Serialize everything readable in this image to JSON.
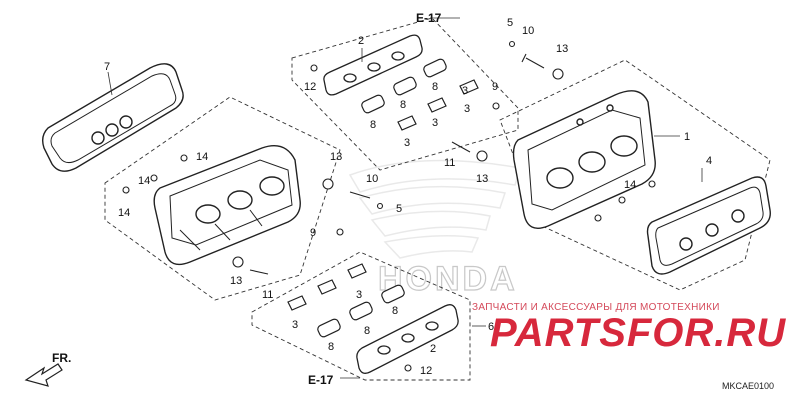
{
  "callouts": [
    {
      "id": "c-e17-top",
      "text": "E-17"
    },
    {
      "id": "c-5a",
      "text": "5"
    },
    {
      "id": "c-10a",
      "text": "10"
    },
    {
      "id": "c-13a",
      "text": "13"
    },
    {
      "id": "c-2a",
      "text": "2"
    },
    {
      "id": "c-7",
      "text": "7"
    },
    {
      "id": "c-12a",
      "text": "12"
    },
    {
      "id": "c-8a",
      "text": "8"
    },
    {
      "id": "c-8b",
      "text": "8"
    },
    {
      "id": "c-8c",
      "text": "8"
    },
    {
      "id": "c-3a",
      "text": "3"
    },
    {
      "id": "c-3b",
      "text": "3"
    },
    {
      "id": "c-3c",
      "text": "3"
    },
    {
      "id": "c-3d",
      "text": "3"
    },
    {
      "id": "c-9a",
      "text": "9"
    },
    {
      "id": "c-1",
      "text": "1"
    },
    {
      "id": "c-14a",
      "text": "14"
    },
    {
      "id": "c-11a",
      "text": "11"
    },
    {
      "id": "c-13b",
      "text": "13"
    },
    {
      "id": "c-13c",
      "text": "13"
    },
    {
      "id": "c-10b",
      "text": "10"
    },
    {
      "id": "c-4",
      "text": "4"
    },
    {
      "id": "c-14b",
      "text": "14"
    },
    {
      "id": "c-14c",
      "text": "14"
    },
    {
      "id": "c-14d",
      "text": "14"
    },
    {
      "id": "c-5b",
      "text": "5"
    },
    {
      "id": "c-9b",
      "text": "9"
    },
    {
      "id": "c-13d",
      "text": "13"
    },
    {
      "id": "c-11b",
      "text": "11"
    },
    {
      "id": "c-3e",
      "text": "3"
    },
    {
      "id": "c-3f",
      "text": "3"
    },
    {
      "id": "c-8d",
      "text": "8"
    },
    {
      "id": "c-8e",
      "text": "8"
    },
    {
      "id": "c-8f",
      "text": "8"
    },
    {
      "id": "c-6",
      "text": "6"
    },
    {
      "id": "c-2b",
      "text": "2"
    },
    {
      "id": "c-12b",
      "text": "12"
    },
    {
      "id": "c-e17-bottom",
      "text": "E-17"
    }
  ],
  "front_label": "FR.",
  "watermark": {
    "text": "ЗАПЧАСТИ И АКСЕССУАРЫ ДЛЯ МОТОТЕХНИКИ",
    "logo": "PARTSFOR.RU",
    "brand": "HONDA",
    "color": "#d7283c"
  },
  "diagram_code": "MKCAE0100"
}
